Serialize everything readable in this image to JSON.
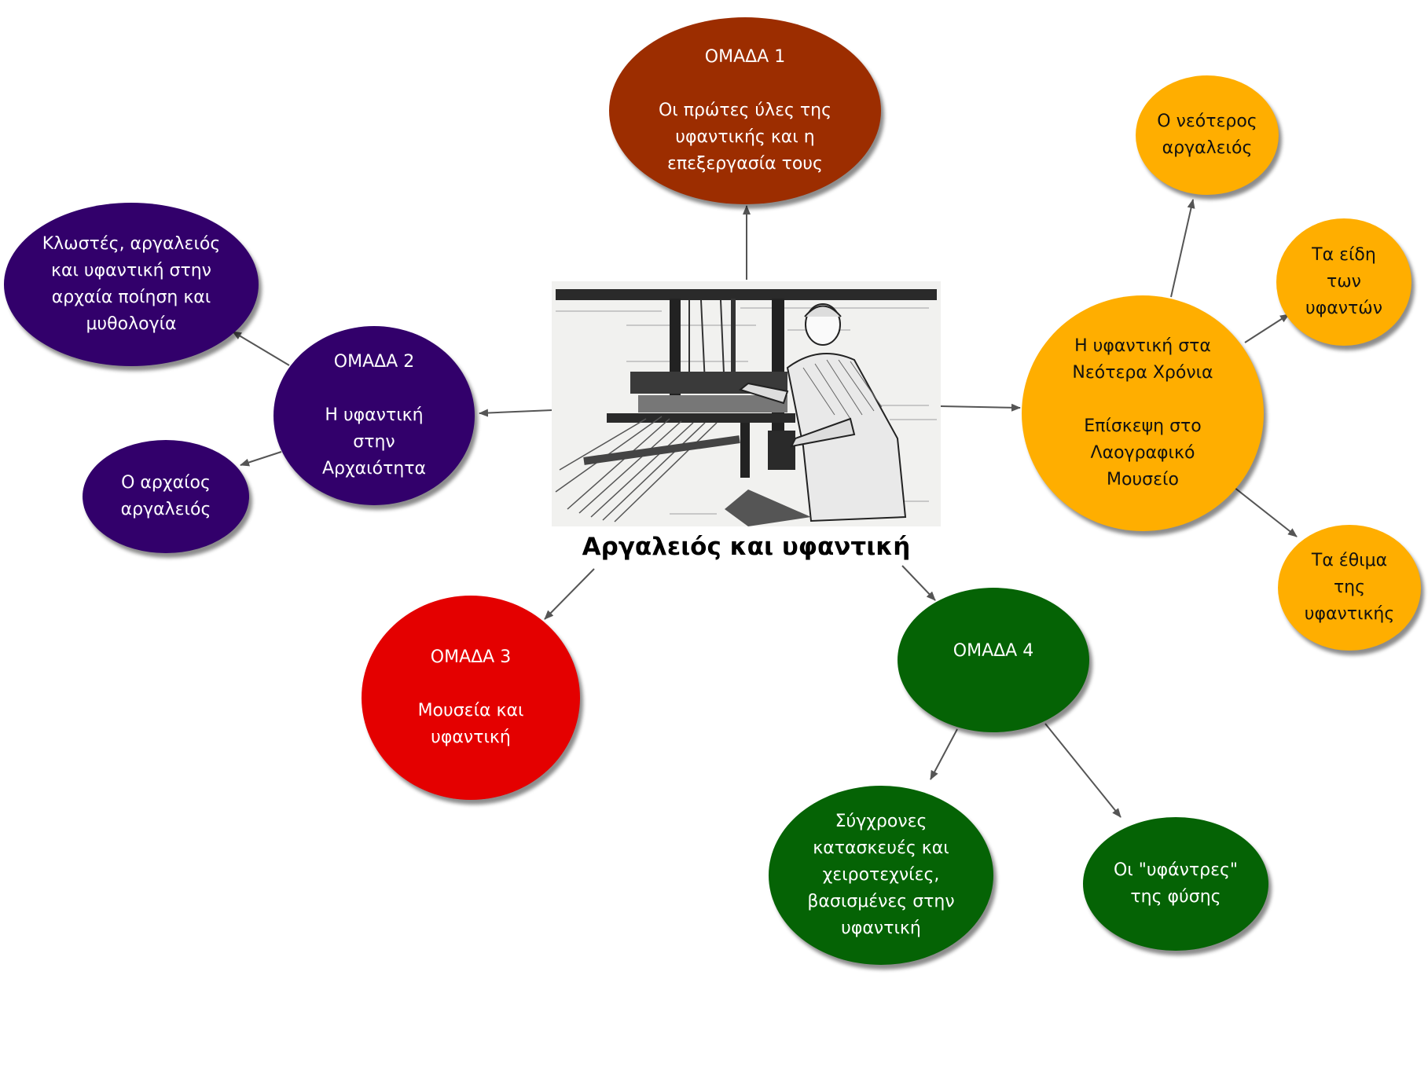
{
  "title": "Αργαλειός και υφαντική",
  "illustration": "loom-weaver-drawing",
  "colors": {
    "group1": "#9c2d00",
    "group2": "#32006b",
    "group3": "#e40000",
    "group4": "#056305",
    "modern": "#ffae00",
    "edge": "#555555"
  },
  "nodes": {
    "group1": {
      "head": "ΟΜΑΔΑ 1",
      "body": "Οι πρώτες ύλες της\nυφαντικής και η\nεπεξεργασία τους"
    },
    "group2": {
      "head": "ΟΜΑΔΑ 2",
      "body": "Η υφαντική\nστην\nΑρχαιότητα"
    },
    "ancient_poetry": {
      "body": "Κλωστές, αργαλειός\nκαι υφαντική στην\nαρχαία ποίηση και\nμυθολογία"
    },
    "ancient_loom": {
      "body": "Ο αρχαίος\nαργαλειός"
    },
    "group3": {
      "head": "ΟΜΑΔΑ 3",
      "body": "Μουσεία και\nυφαντική"
    },
    "group4": {
      "head": "ΟΜΑΔΑ 4"
    },
    "modern_crafts": {
      "body": "Σύγχρονες\nκατασκευές και\nχειροτεχνίες,\nβασισμένες στην\nυφαντική"
    },
    "nature_weavers": {
      "body": "Οι \"υφάντρες\"\nτης φύσης"
    },
    "modern_times": {
      "head": "Η υφαντική στα\nΝεότερα Χρόνια",
      "body": "Επίσκεψη στο\nΛαογραφικό\nΜουσείο"
    },
    "newer_loom": {
      "body": "Ο νεότερος\nαργαλειός"
    },
    "fabric_types": {
      "body": "Τα είδη\nτων\nυφαντών"
    },
    "weaving_customs": {
      "body": "Τα έθιμα\nτης\nυφαντικής"
    }
  }
}
